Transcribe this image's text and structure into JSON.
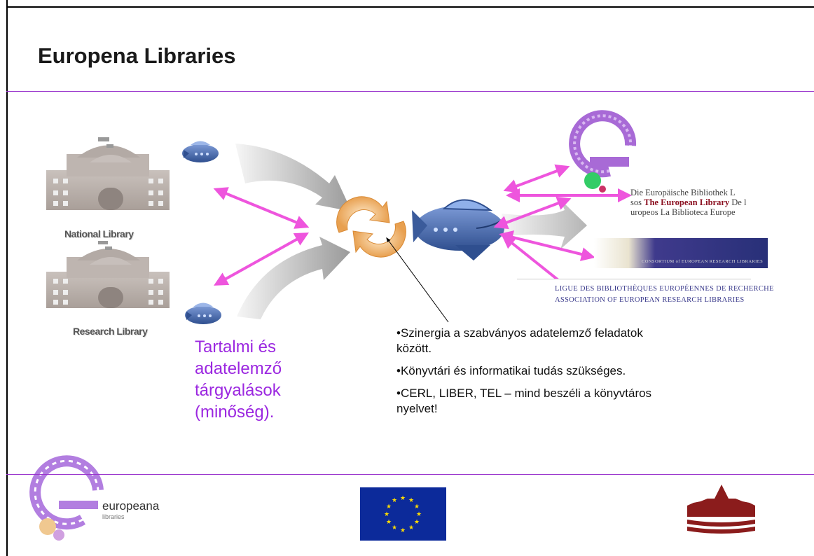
{
  "slide": {
    "title": "Europena Libraries"
  },
  "diagram": {
    "national_label": "National Library",
    "research_label": "Research Library",
    "purple_note": "Tartalmi és adatelemző tárgyalások (minőség).",
    "bullets": [
      "•Szinergia a szabványos adatelemző feladatok között.",
      "•Könyvtári és informatikai tudás szükséges.",
      "•CERL, LIBER, TEL – mind beszéli a könyvtáros nyelvet!"
    ]
  },
  "partners": {
    "tel_line1": "Die Europäische Bibliothek L",
    "tel_line2_prefix": "sos ",
    "tel_line2_name": "The European Library",
    "tel_line2_suffix": " De l",
    "tel_line3": "uropeos La Biblioteca Europe",
    "cerl_text": "CONSORTIUM of EUROPEAN RESEARCH LIBRARIES",
    "liber_line1": "LIGUE DES BIBLIOTHÈQUES EUROPÉENNES DE RECHERCHE",
    "liber_line2": "ASSOCIATION OF EUROPEAN RESEARCH LIBRARIES"
  },
  "footer": {
    "logo_text": "europeana",
    "logo_subtext": "libraries"
  },
  "colors": {
    "accent_line": "#9933cc",
    "arrow_pink": "#ee55dd",
    "purple_text": "#9b27e0",
    "plane_blue": "#4a6fb0"
  }
}
